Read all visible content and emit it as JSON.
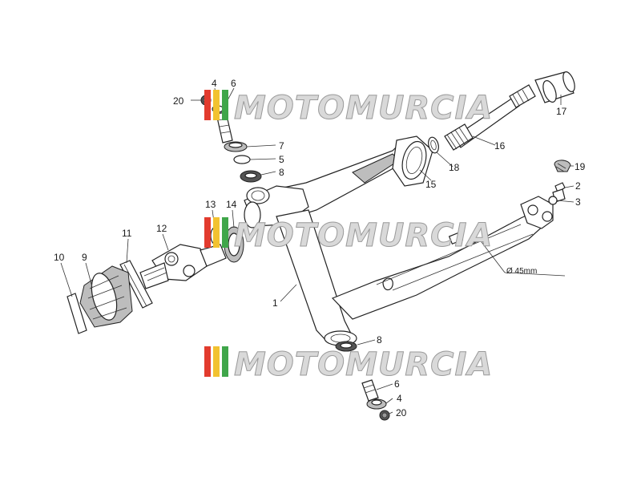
{
  "watermark": {
    "text": "MOTOMURCIA",
    "colors": [
      "#e23b2e",
      "#f2c230",
      "#3fa64a"
    ]
  },
  "callouts": [
    {
      "id": "c20a",
      "label": "20"
    },
    {
      "id": "c4a",
      "label": "4"
    },
    {
      "id": "c6a",
      "label": "6"
    },
    {
      "id": "c7",
      "label": "7"
    },
    {
      "id": "c5",
      "label": "5"
    },
    {
      "id": "c8a",
      "label": "8"
    },
    {
      "id": "c17",
      "label": "17"
    },
    {
      "id": "c16",
      "label": "16"
    },
    {
      "id": "c18",
      "label": "18"
    },
    {
      "id": "c15",
      "label": "15"
    },
    {
      "id": "c19",
      "label": "19"
    },
    {
      "id": "c2",
      "label": "2"
    },
    {
      "id": "c3",
      "label": "3"
    },
    {
      "id": "c13",
      "label": "13"
    },
    {
      "id": "c14",
      "label": "14"
    },
    {
      "id": "c12",
      "label": "12"
    },
    {
      "id": "c11",
      "label": "11"
    },
    {
      "id": "c10",
      "label": "10"
    },
    {
      "id": "c9",
      "label": "9"
    },
    {
      "id": "c1",
      "label": "1"
    },
    {
      "id": "c8b",
      "label": "8"
    },
    {
      "id": "c6b",
      "label": "6"
    },
    {
      "id": "c4b",
      "label": "4"
    },
    {
      "id": "c20b",
      "label": "20"
    }
  ],
  "dimension": {
    "label": "Ø 45mm"
  }
}
